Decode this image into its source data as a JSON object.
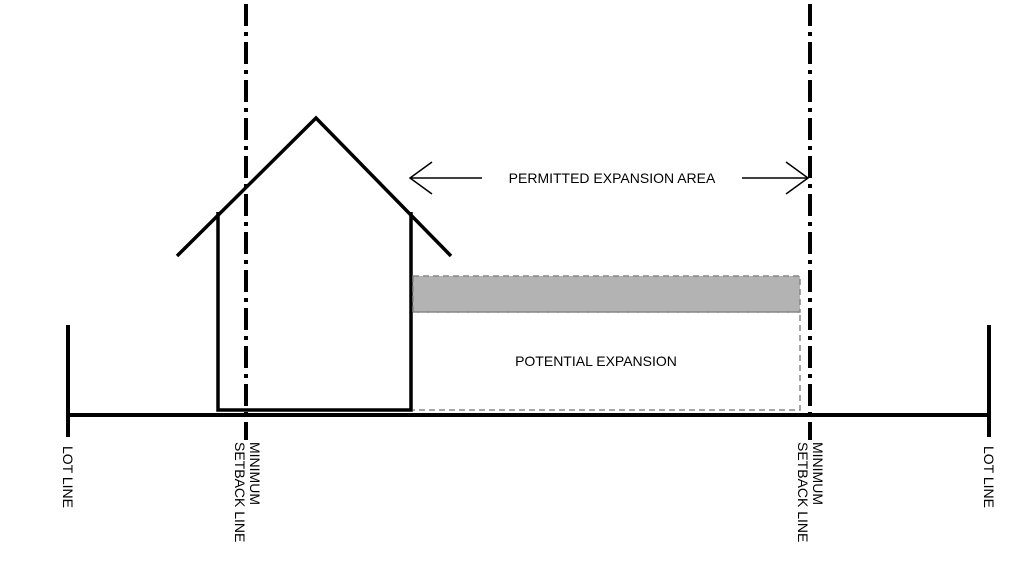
{
  "labels": {
    "permitted_expansion": "PERMITTED EXPANSION AREA",
    "potential_expansion": "POTENTIAL EXPANSION",
    "lot_line_left": "LOT LINE",
    "setback_left_line1": "MINIMUM",
    "setback_left_line2": "SETBACK LINE",
    "setback_right_line1": "MINIMUM",
    "setback_right_line2": "SETBACK LINE",
    "lot_line_right": "LOT LINE"
  },
  "colors": {
    "line": "#000000",
    "shaded_band": "#b3b3b3",
    "dashed_outline": "#888888"
  }
}
